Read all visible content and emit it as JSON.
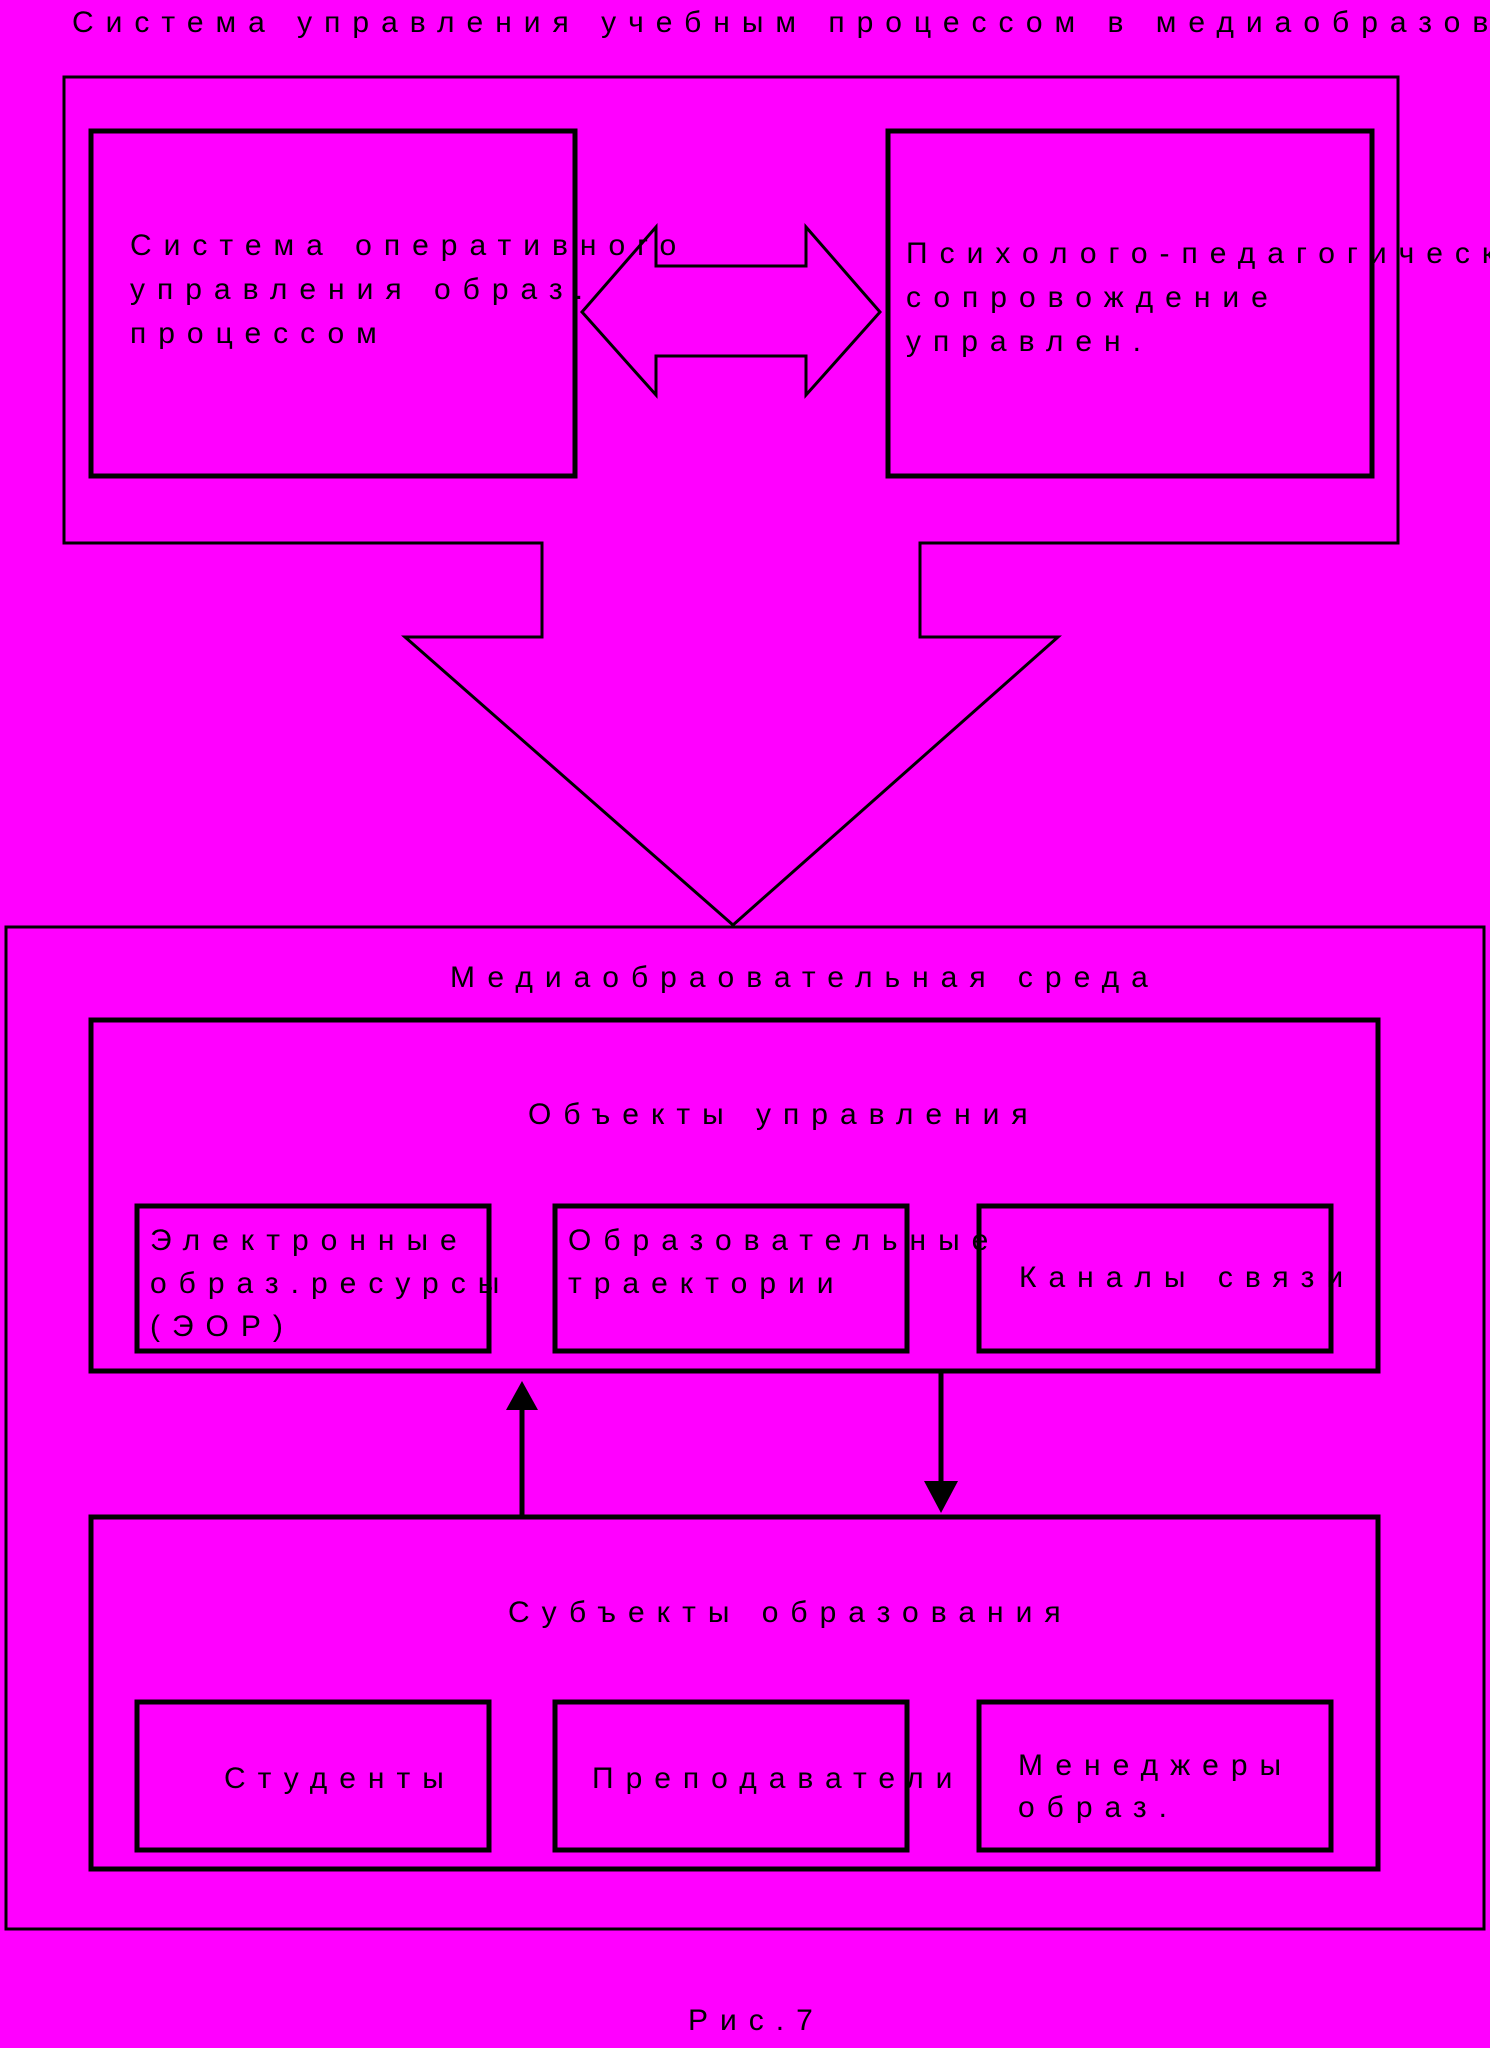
{
  "colors": {
    "background": "#ff00ff",
    "stroke": "#000000"
  },
  "title": "Система управления учебным процессом в медиаобразовательной среде",
  "management": {
    "operational_system": [
      "Система оперативного",
      "управления образ.",
      "процессом"
    ],
    "psych_support": [
      "Психолого-педагогическ.",
      "сопровождение",
      "управлен."
    ]
  },
  "environment": {
    "label": "Медиаобраовательная среда",
    "objects": {
      "label": "Объекты управления",
      "items": [
        {
          "lines": [
            "Электронные",
            "образ.ресурсы",
            "(ЭОР)"
          ]
        },
        {
          "lines": [
            "Образовательные",
            "траектории"
          ]
        },
        {
          "lines": [
            "Каналы связи"
          ]
        }
      ]
    },
    "subjects": {
      "label": "Субъекты образования",
      "items": [
        {
          "lines": [
            "Студенты"
          ]
        },
        {
          "lines": [
            "Преподаватели"
          ]
        },
        {
          "lines": [
            "Менеджеры",
            "образ."
          ]
        }
      ]
    }
  },
  "caption": "Рис.7"
}
